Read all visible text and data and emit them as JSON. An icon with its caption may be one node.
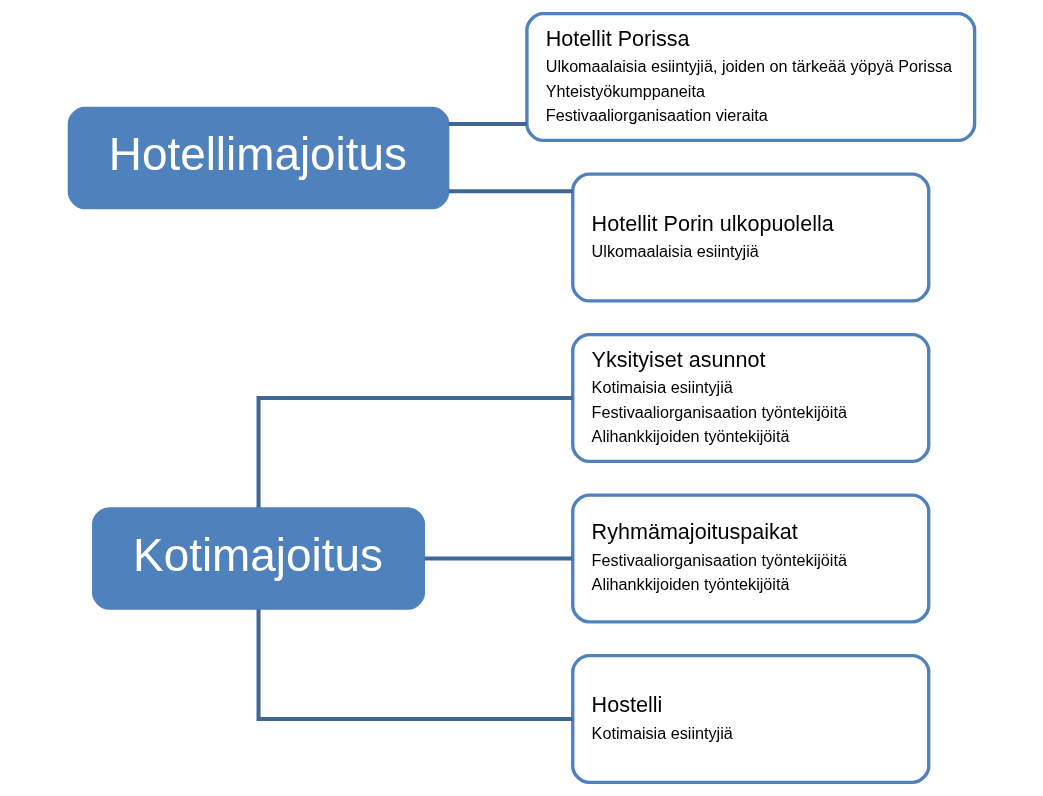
{
  "diagram": {
    "nodes": [
      {
        "text": [
          "Kotimajoitus"
        ]
      },
      {
        "text": [
          "Yksityiset asunnot",
          "Kotimaisia esiintyjiä",
          "Festivaaliorganisaation työntekijöitä",
          "Alihankkijoiden työntekijöitä"
        ]
      },
      {
        "text": [
          "Ryhmämajoituspaikat",
          "Festivaaliorganisaation työntekijöitä",
          "Alihankkijoiden työntekijöitä"
        ]
      },
      {
        "text": [
          "Hostelli",
          "Kotimaisia esiintyjiä"
        ]
      },
      {
        "text": [
          "Hotellimajoitus"
        ]
      },
      {
        "text": [
          "Hotellit Porissa",
          "Ulkomaalaisia esiintyjiä, joiden on tärkeää yöpyä Porissa",
          "Yhteistyökumppaneita",
          "Festivaaliorganisaation vieraita"
        ]
      },
      {
        "text": [
          "Hotellit Porin ulkopuolella",
          "Ulkomaalaisia esiintyjiä"
        ]
      }
    ],
    "edges": [
      {
        "from": 0,
        "to": 1,
        "arrow": "none"
      },
      {
        "from": 0,
        "to": 2,
        "arrow": "none"
      },
      {
        "from": 0,
        "to": 3,
        "arrow": "none"
      },
      {
        "from": 4,
        "to": 5,
        "arrow": "none"
      },
      {
        "from": 4,
        "to": 6,
        "arrow": "none"
      }
    ]
  }
}
